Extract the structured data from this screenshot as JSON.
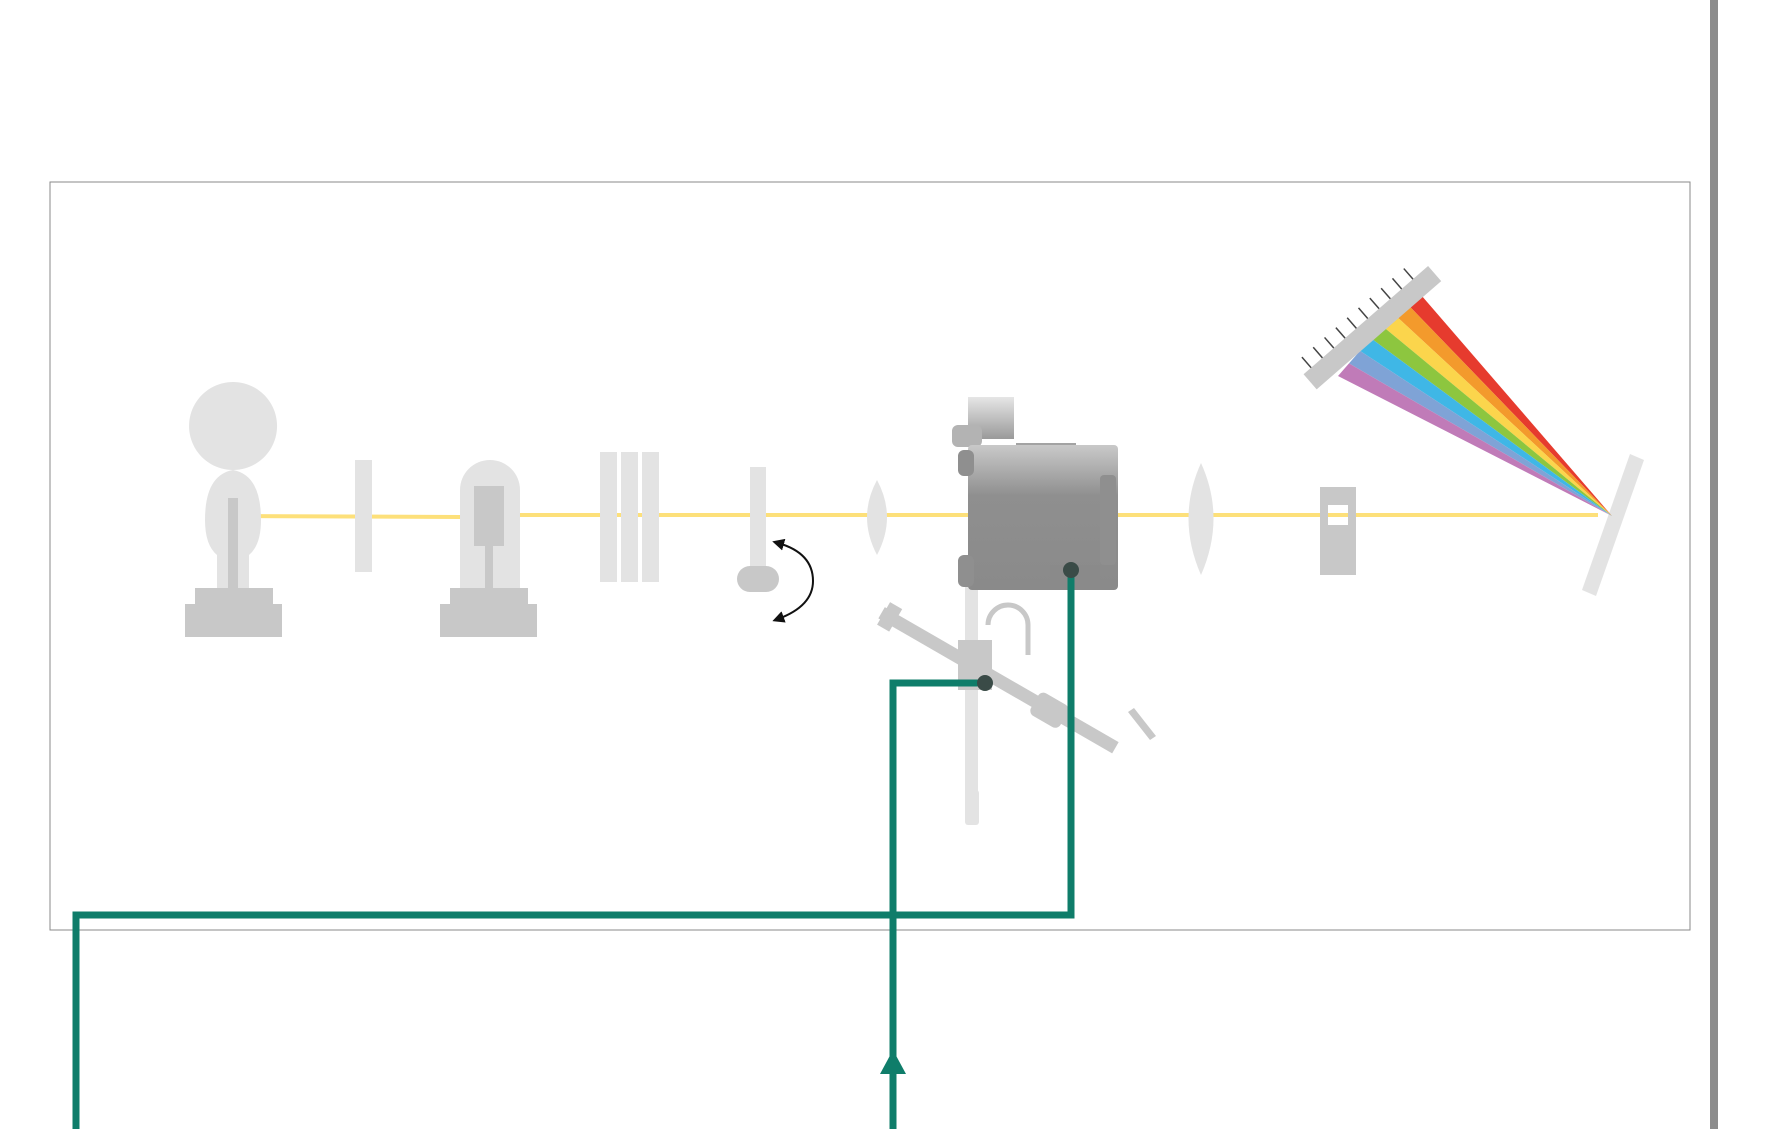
{
  "colors": {
    "background": "#ffffff",
    "frame_border": "#8a8a8a",
    "right_rail": "#8c8c8c",
    "component_light": "#e3e3e3",
    "component_mid": "#c8c8c8",
    "component_dark": "#8f8f8f",
    "light_beam": "#fde07a",
    "flow_line": "#0f7d6a",
    "node_dot": "#3a4b47",
    "arrow": "#111111"
  },
  "components": [
    {
      "name": "light-source-lamp",
      "icon": "lamp-bulb-icon"
    },
    {
      "name": "entrance-slit",
      "icon": "slit-plate-icon"
    },
    {
      "name": "deuterium-lamp",
      "icon": "hollow-lamp-icon"
    },
    {
      "name": "filter-stack",
      "icon": "filter-plates-icon"
    },
    {
      "name": "rotating-chopper",
      "icon": "rotating-paddle-icon"
    },
    {
      "name": "focusing-lens",
      "icon": "lens-icon"
    },
    {
      "name": "sample-flow-cell",
      "icon": "flow-cell-block-icon"
    },
    {
      "name": "injector-needle-assembly",
      "icon": "needle-arm-icon"
    },
    {
      "name": "collimating-lens",
      "icon": "lens-icon"
    },
    {
      "name": "exit-slit",
      "icon": "h-slit-icon"
    },
    {
      "name": "diffraction-grating",
      "icon": "grating-mirror-icon"
    },
    {
      "name": "photodiode-array-detector",
      "icon": "diode-array-icon"
    }
  ],
  "spectrum_colors": [
    "#e63b2e",
    "#f39a2c",
    "#fbd54c",
    "#8dc63f",
    "#3fb7e6",
    "#7fa3d6",
    "#c07bb8"
  ],
  "flow": {
    "inlet_arrow": "up-arrow-icon",
    "connections": [
      "inlet-to-injector",
      "cell-outlet-to-waste"
    ]
  }
}
